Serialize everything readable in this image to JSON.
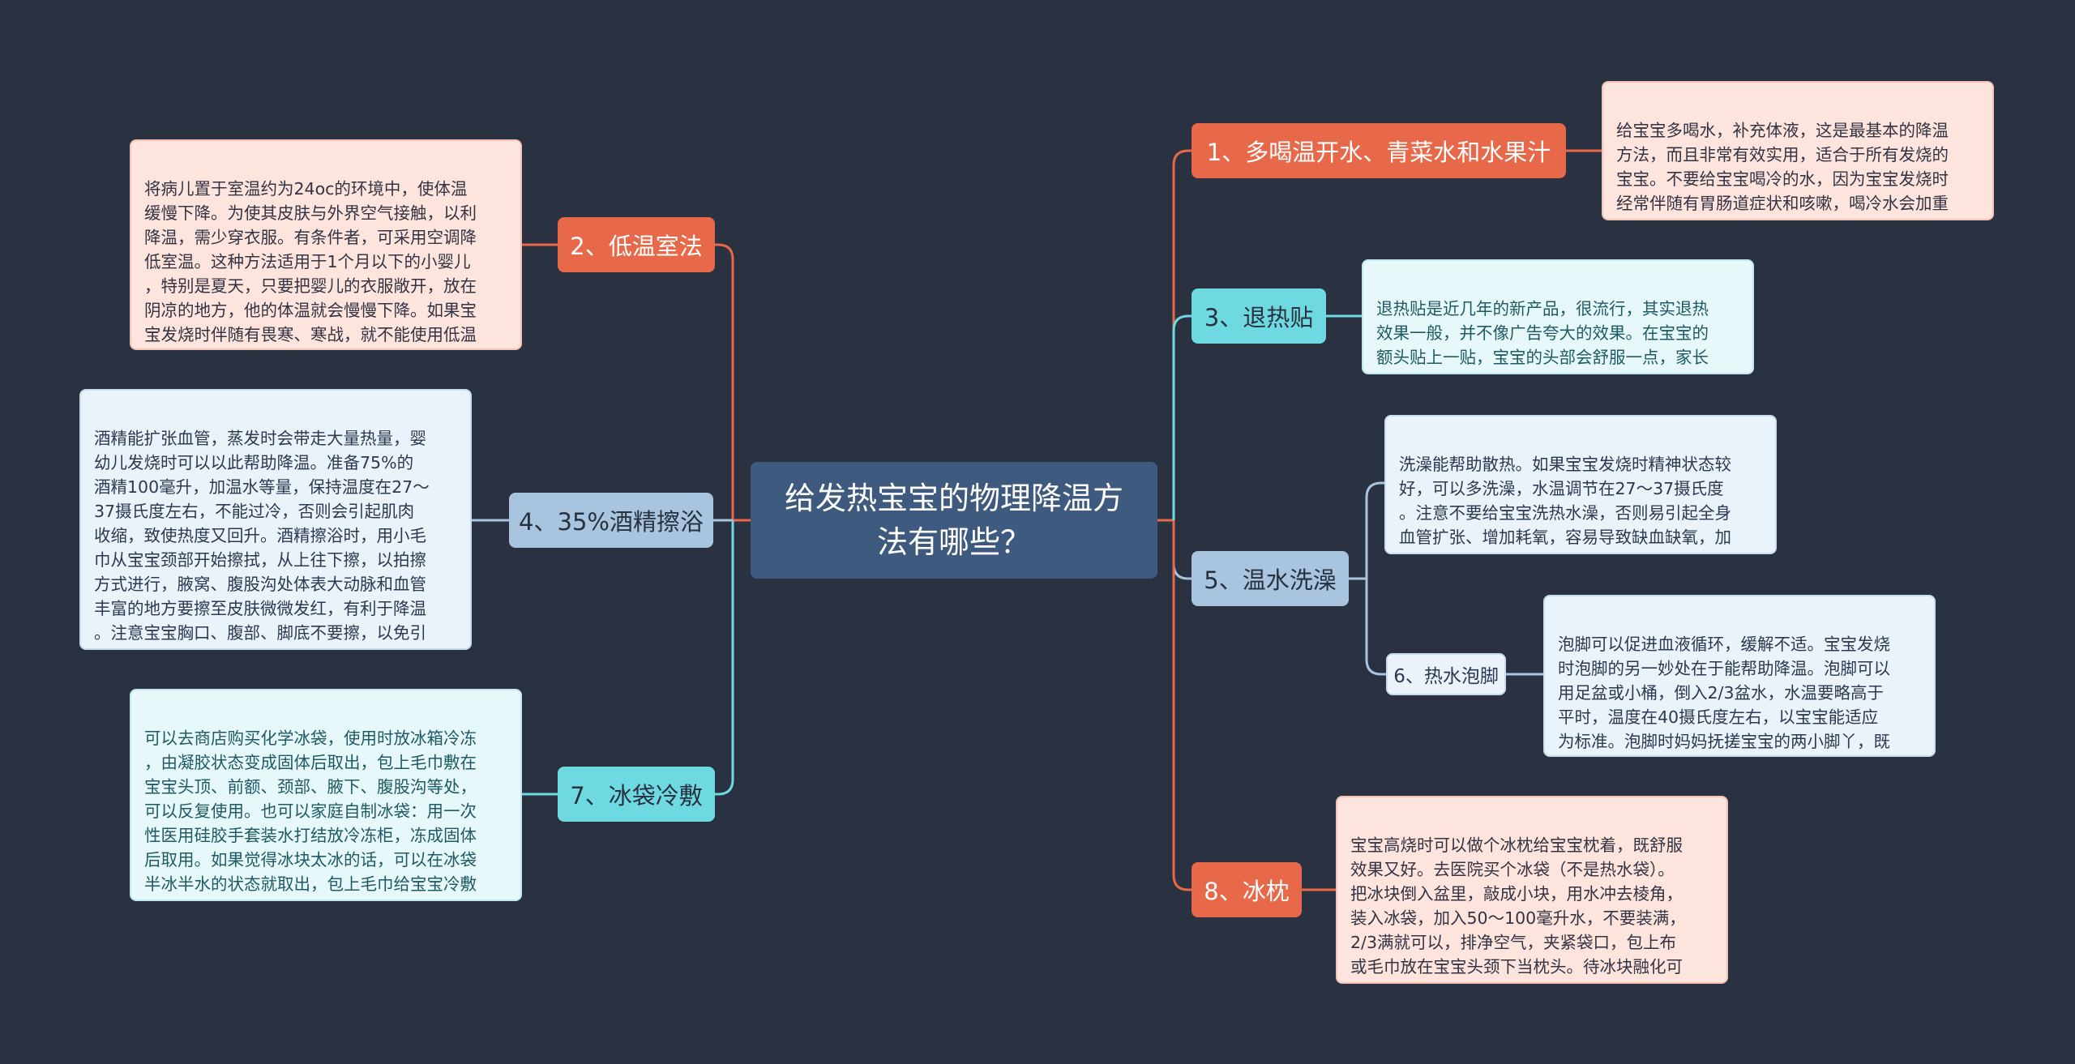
{
  "central": {
    "title": "给发热宝宝的物理降温方法有哪些？"
  },
  "branches": [
    {
      "label": "1、多喝温开水、青菜水和水果汁"
    },
    {
      "label": "2、低温室法"
    },
    {
      "label": "3、退热贴"
    },
    {
      "label": "4、35%酒精擦浴"
    },
    {
      "label": "5、温水洗澡"
    },
    {
      "label": "6、热水泡脚"
    },
    {
      "label": "7、冰袋冷敷"
    },
    {
      "label": "8、冰枕"
    }
  ],
  "notes": [
    {
      "text": "给宝宝多喝水，补充体液，这是最基本的降温\n方法，而且非常有效实用，适合于所有发烧的\n宝宝。不要给宝宝喝冷的水，因为宝宝发烧时\n经常伴随有胃肠道症状和咳嗽，喝冷水会加重\n这些伴随症状。要给宝宝喝温水。"
    },
    {
      "text": "将病儿置于室温约为24oc的环境中，使体温\n缓慢下降。为使其皮肤与外界空气接触，以利\n降温，需少穿衣服。有条件者，可采用空调降\n低室温。这种方法适用于1个月以下的小婴儿\n，特别是夏天，只要把婴儿的衣服敞开，放在\n阴凉的地方，他的体温就会慢慢下降。如果宝\n宝发烧时伴随有畏寒、寒战，就不能使用低温\n室法。"
    },
    {
      "text": "退热贴是近几年的新产品，很流行，其实退热\n效果一般，并不像广告夸大的效果。在宝宝的\n额头贴上一贴，宝宝的头部会舒服一点，家长\n的心也会舒服一些。应该是有益无害吧。"
    },
    {
      "text": "酒精能扩张血管，蒸发时会带走大量热量，婴\n幼儿发烧时可以以此帮助降温。准备75%的\n酒精100毫升，加温水等量，保持温度在27～\n37摄氏度左右，不能过冷，否则会引起肌肉\n收缩，致使热度又回升。酒精擦浴时，用小毛\n巾从宝宝颈部开始擦拭，从上往下擦，以拍擦\n方式进行，腋窝、腹股沟处体表大动脉和血管\n丰富的地方要擦至皮肤微微发红，有利于降温\n。注意宝宝胸口、腹部、脚底不要擦，以免引\n起不良反应。"
    },
    {
      "text": "洗澡能帮助散热。如果宝宝发烧时精神状态较\n好，可以多洗澡，水温调节在27～37摄氏度\n。注意不要给宝宝洗热水澡，否则易引起全身\n血管扩张、增加耗氧，容易导致缺血缺氧，加\n重病情。"
    },
    {
      "text": "泡脚可以促进血液循环，缓解不适。宝宝发烧\n时泡脚的另一妙处在于能帮助降温。泡脚可以\n用足盆或小桶，倒入2/3盆水，水温要略高于\n平时，温度在40摄氏度左右，以宝宝能适应\n为标准。泡脚时妈妈抚搓宝宝的两小脚丫，既\n使血管扩张，又能减轻发烧带来的不适感。"
    },
    {
      "text": "可以去商店购买化学冰袋，使用时放冰箱冷冻\n，由凝胶状态变成固体后取出，包上毛巾敷在\n宝宝头顶、前额、颈部、腋下、腹股沟等处，\n可以反复使用。也可以家庭自制冰袋：用一次\n性医用硅胶手套装水打结放冷冻柜，冻成固体\n后取用。如果觉得冰块太冰的话，可以在冰袋\n半冰半水的状态就取出，包上毛巾给宝宝冷敷\n。"
    },
    {
      "text": "宝宝高烧时可以做个冰枕给宝宝枕着，既舒服\n效果又好。去医院买个冰袋（不是热水袋）。\n把冰块倒入盆里，敲成小块，用水冲去棱角，\n装入冰袋，加入50～100毫升水，不要装满，\n2/3满就可以，排净空气，夹紧袋口，包上布\n或毛巾放在宝宝头颈下当枕头。待冰块融化可\n重新更换，很快宝宝的体温会降下来。"
    }
  ],
  "colors": {
    "background": "#2a3140",
    "central": "#3e5a7e",
    "red_branch": "#e8684a",
    "cyan_branch": "#6fd9e1",
    "blue_branch": "#a9c4de",
    "red_line": "#e8684a",
    "cyan_line": "#6fd9e1",
    "blue_line": "#a9c4de"
  }
}
